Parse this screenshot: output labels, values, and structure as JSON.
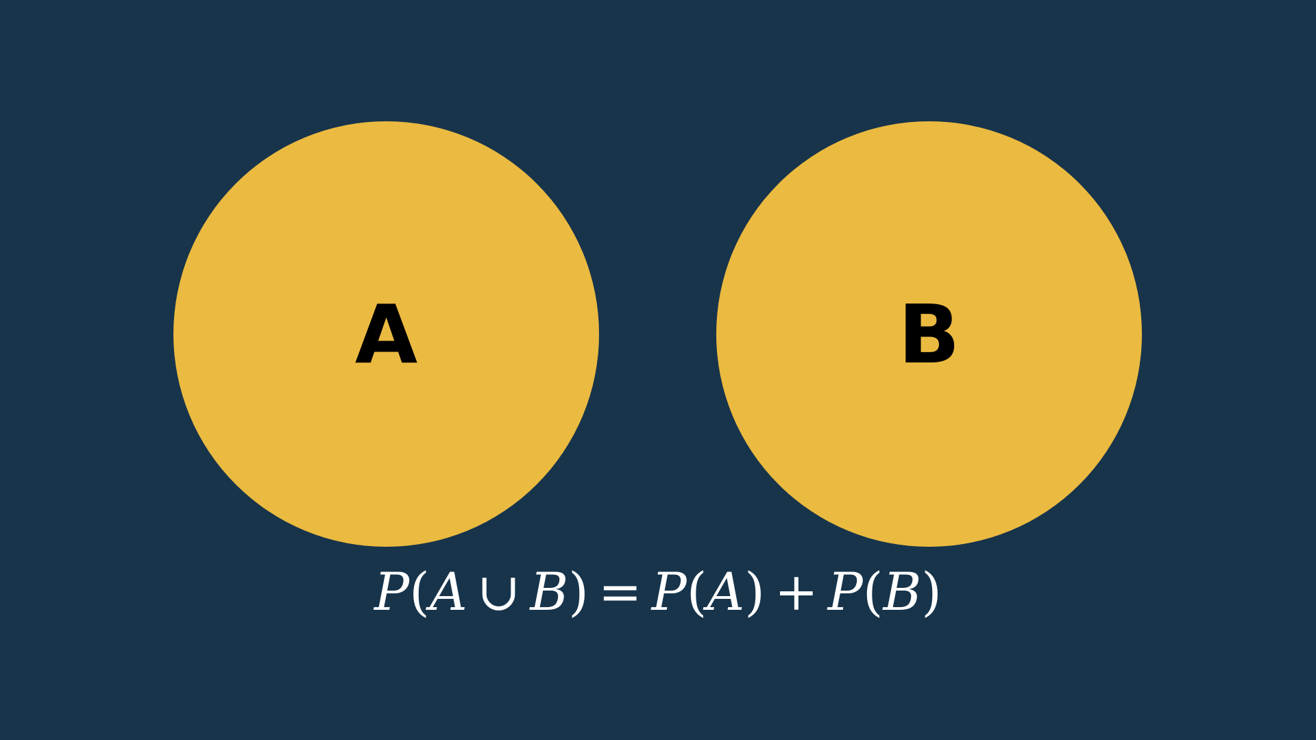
{
  "diagram": {
    "circle_a_label": "A",
    "circle_b_label": "B",
    "formula": {
      "lhs": [
        "P",
        "(",
        "A",
        "∪",
        "B",
        ")"
      ],
      "eq": "=",
      "rhs1": [
        "P",
        "(",
        "A",
        ")"
      ],
      "plus": "+",
      "rhs2": [
        "P",
        "(",
        "B",
        ")"
      ]
    }
  },
  "colors": {
    "background": "#17344b",
    "circle_fill": "#ebba40",
    "label": "#000000",
    "formula_text": "#ffffff"
  }
}
